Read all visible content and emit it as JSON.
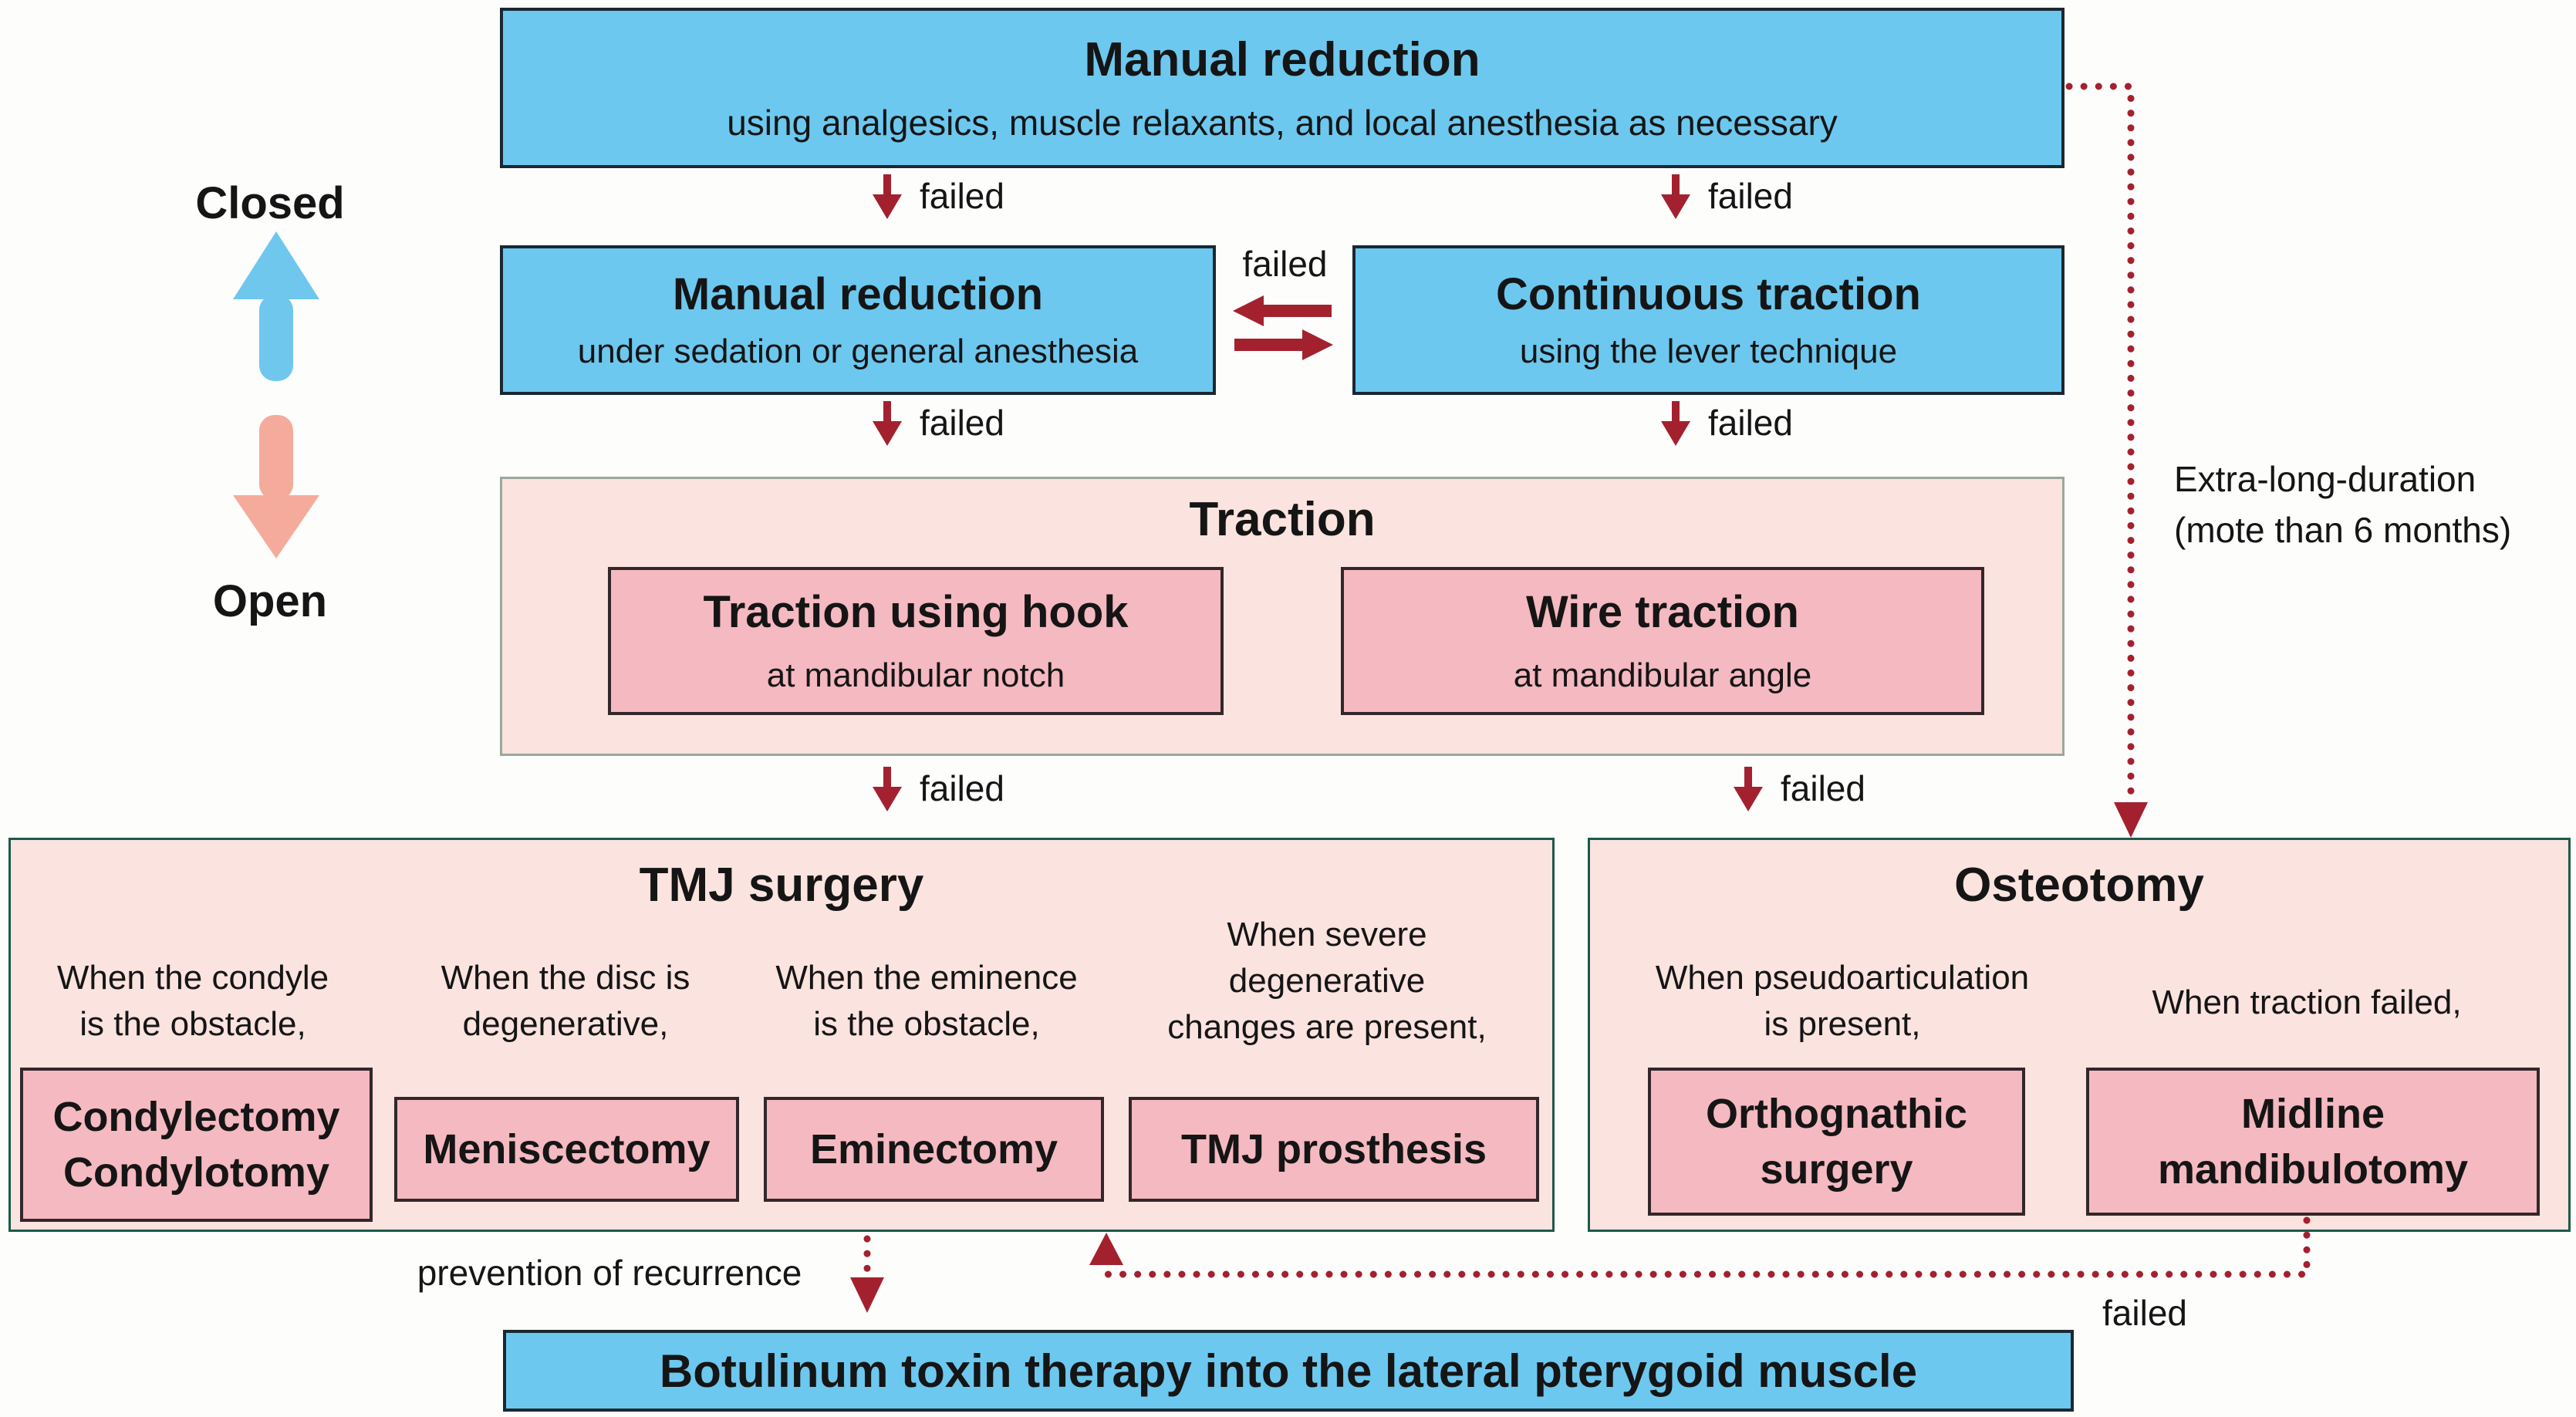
{
  "palette": {
    "blue_fill": "#6cc8ef",
    "blue_border": "#1b2831",
    "pink_container_fill": "#fbe3df",
    "pink_container_border_dark": "#1d5a4b",
    "pink_container_border_soft": "#9aa89b",
    "pink_box_fill": "#f5b9c1",
    "pink_box_border": "#33272a",
    "dark_red": "#a3212e",
    "arrow_blue": "#6fc7ee",
    "arrow_pink": "#f5ab9b"
  },
  "side": {
    "closed": "Closed",
    "open": "Open"
  },
  "labels": {
    "failed": "failed",
    "prevention": "prevention of recurrence",
    "extra_long_line1": "Extra-long-duration",
    "extra_long_line2": "(mote than 6 months)"
  },
  "top_box": {
    "title": "Manual reduction",
    "subtitle": "using analgesics, muscle relaxants, and local anesthesia as necessary"
  },
  "row2": {
    "left": {
      "title": "Manual reduction",
      "subtitle": "under sedation or general anesthesia"
    },
    "right": {
      "title": "Continuous traction",
      "subtitle": "using the lever technique"
    }
  },
  "traction": {
    "title": "Traction",
    "hook": {
      "title": "Traction using hook",
      "subtitle": "at mandibular notch"
    },
    "wire": {
      "title": "Wire traction",
      "subtitle": "at mandibular angle"
    }
  },
  "tmj": {
    "title": "TMJ surgery",
    "items": [
      {
        "condition": "When the condyle\nis the obstacle,",
        "procedure": "Condylectomy\nCondylotomy"
      },
      {
        "condition": "When the disc is\ndegenerative,",
        "procedure": "Meniscectomy"
      },
      {
        "condition": "When the eminence\nis the obstacle,",
        "procedure": "Eminectomy"
      },
      {
        "condition": "When severe\ndegenerative\nchanges are present,",
        "procedure": "TMJ prosthesis"
      }
    ]
  },
  "osteotomy": {
    "title": "Osteotomy",
    "items": [
      {
        "condition": "When pseudoarticulation\nis present,",
        "procedure": "Orthognathic\nsurgery"
      },
      {
        "condition": "When traction failed,",
        "procedure": "Midline\nmandibulotomy"
      }
    ]
  },
  "bottom_box": {
    "title": "Botulinum toxin therapy into the lateral pterygoid muscle"
  }
}
